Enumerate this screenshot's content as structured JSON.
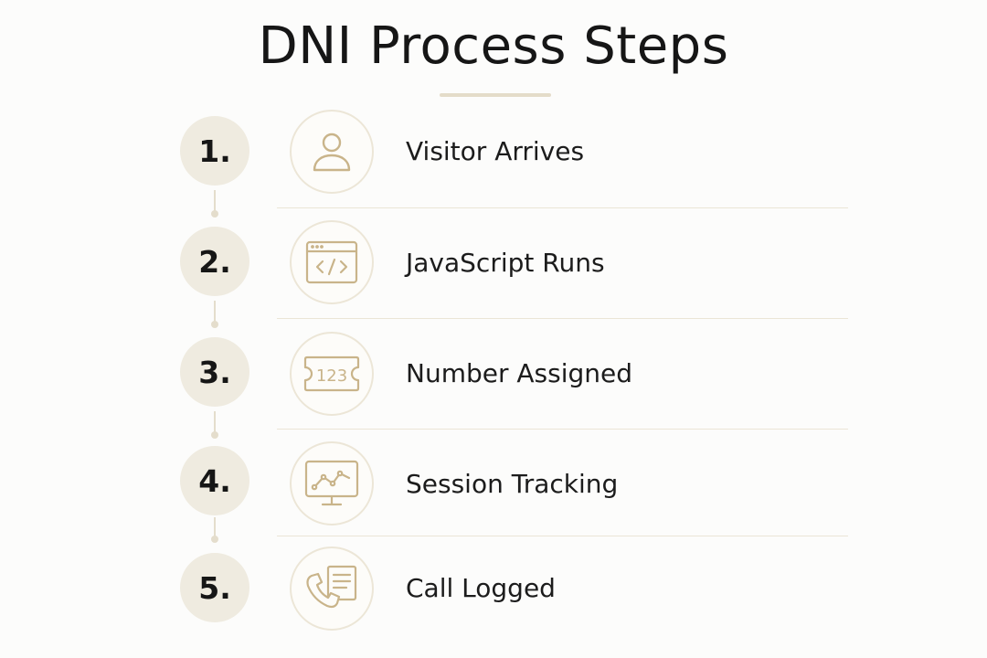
{
  "title": "DNI Process Steps",
  "colors": {
    "accent": "#c8b58a",
    "number_circle": "#efebe0",
    "icon_stroke": "#c9b48a",
    "divider": "#ebe5d6"
  },
  "steps": [
    {
      "number": "1.",
      "label": "Visitor Arrives",
      "icon": "person-icon"
    },
    {
      "number": "2.",
      "label": "JavaScript Runs",
      "icon": "browser-code-icon"
    },
    {
      "number": "3.",
      "label": "Number Assigned",
      "icon": "number-ticket-icon",
      "icon_text": "123"
    },
    {
      "number": "4.",
      "label": "Session Tracking",
      "icon": "monitor-chart-icon"
    },
    {
      "number": "5.",
      "label": "Call Logged",
      "icon": "phone-log-icon"
    }
  ]
}
